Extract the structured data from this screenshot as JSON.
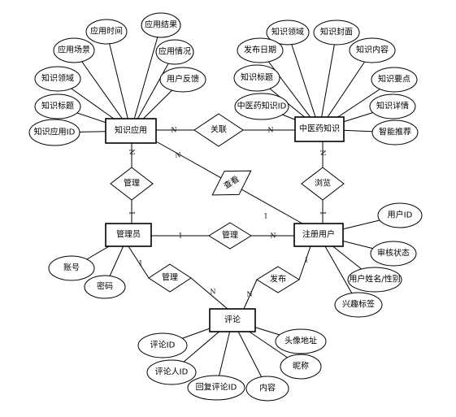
{
  "entities": {
    "knowledge_app": "知识应用",
    "tcm_knowledge": "中医药知识",
    "admin": "管理员",
    "user": "注册用户",
    "comment": "评论"
  },
  "relations": {
    "associate": "关联",
    "manage_knowledge": "管理",
    "view": "查看",
    "browse": "浏览",
    "manage_user": "管理",
    "manage_comment": "管理",
    "publish": "发布"
  },
  "attributes": {
    "knowledge_app": [
      "应用时间",
      "应用结果",
      "应用场景",
      "应用情况",
      "知识领域",
      "用户反馈",
      "知识标题",
      "知识应用ID"
    ],
    "tcm_knowledge": [
      "知识领域",
      "知识封面",
      "发布日期",
      "知识内容",
      "知识标题",
      "知识要点",
      "中医药知识ID",
      "知识详情",
      "智能推荐"
    ],
    "admin": [
      "账号",
      "密码"
    ],
    "user": [
      "用户ID",
      "审核状态",
      "用户姓名/性别",
      "兴趣标签"
    ],
    "comment": [
      "评论ID",
      "头像地址",
      "评论人ID",
      "昵称",
      "回复评论ID",
      "内容"
    ]
  },
  "cardinalities": {
    "app_assoc": "N",
    "tcm_assoc": "N",
    "app_manage": "N",
    "admin_manage": "1",
    "app_view": "N",
    "user_view": "1",
    "tcm_browse": "N",
    "user_browse": "1",
    "admin_mgr": "1",
    "user_mgr": "N",
    "admin_cmt": "1",
    "comment_mgr": "N",
    "comment_pub": "N",
    "user_pub": "1"
  }
}
